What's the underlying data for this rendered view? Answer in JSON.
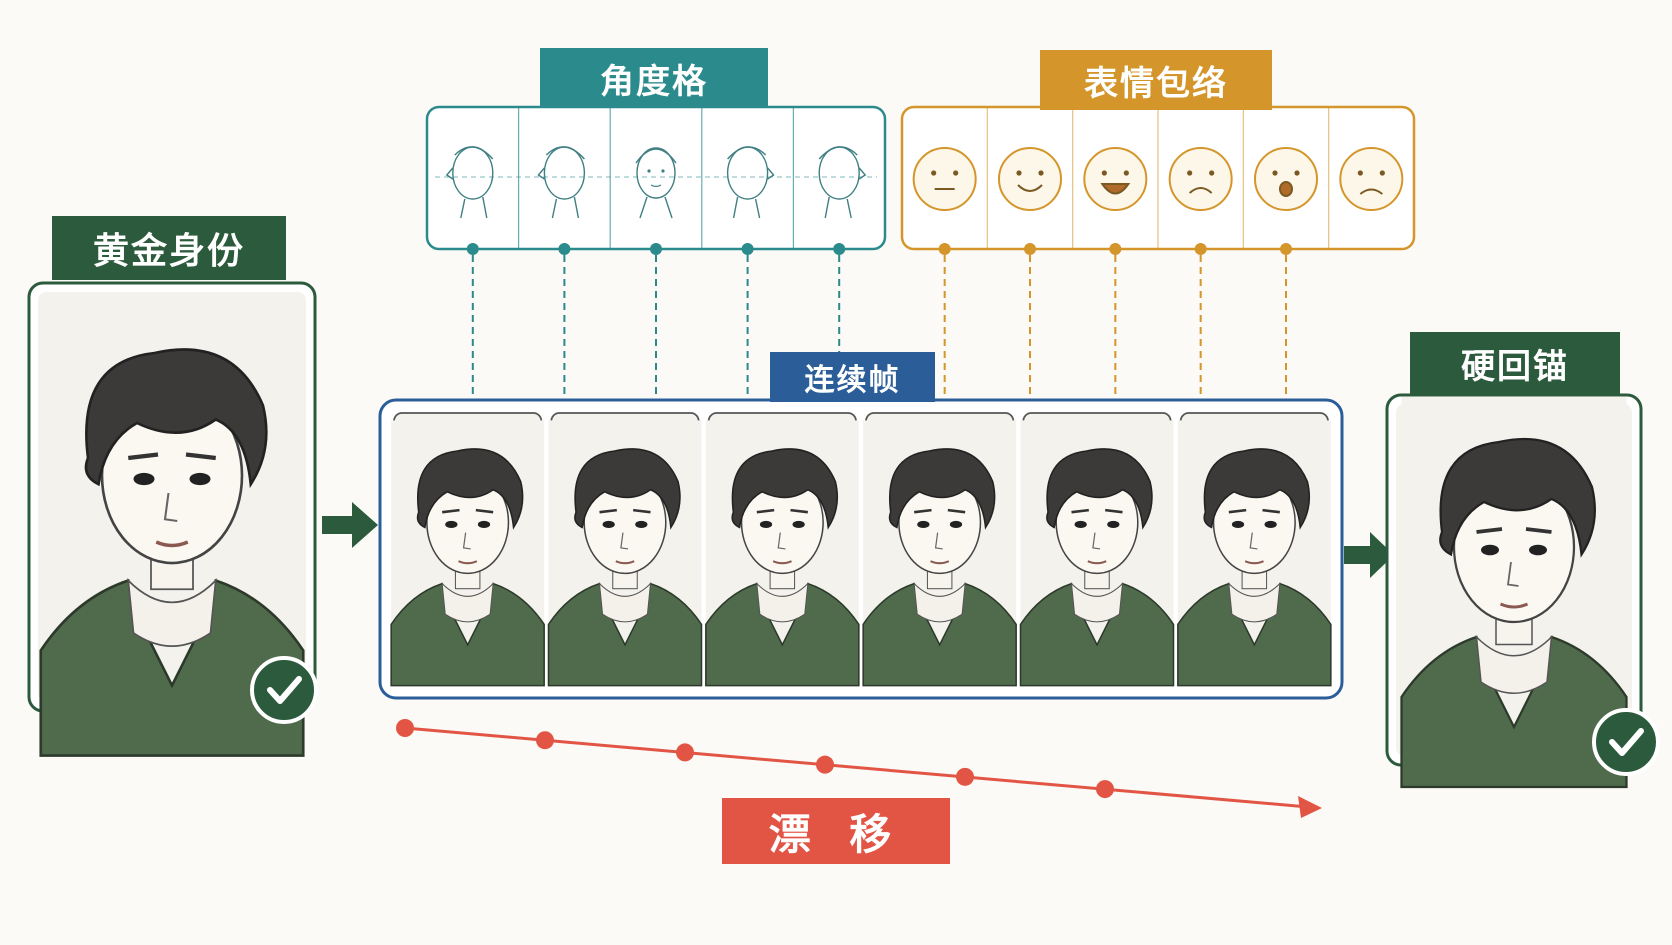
{
  "colors": {
    "identity_green": "#2c5a3c",
    "angle_teal": "#2b8a8c",
    "expression_amber": "#d4962b",
    "frames_blue": "#2b5d99",
    "drift_red": "#e25545"
  },
  "golden_identity": {
    "label": "黄金身份",
    "check_icon": "check-circle-icon"
  },
  "angle_grid": {
    "label": "角度格",
    "icons": [
      "head-profile-left-icon",
      "head-three-quarter-left-icon",
      "head-front-icon",
      "head-three-quarter-right-icon",
      "head-profile-right-icon"
    ]
  },
  "expression_envelope": {
    "label": "表情包络",
    "icons": [
      "neutral-face-icon",
      "smile-face-icon",
      "laugh-face-icon",
      "sad-face-icon",
      "surprised-face-icon",
      "worried-face-icon"
    ]
  },
  "continuous_frames": {
    "label": "连续帧",
    "frame_count": 6
  },
  "hard_anchor": {
    "label": "硬回锚",
    "check_icon": "check-circle-icon"
  },
  "drift": {
    "label": "漂 移",
    "point_count": 6
  }
}
